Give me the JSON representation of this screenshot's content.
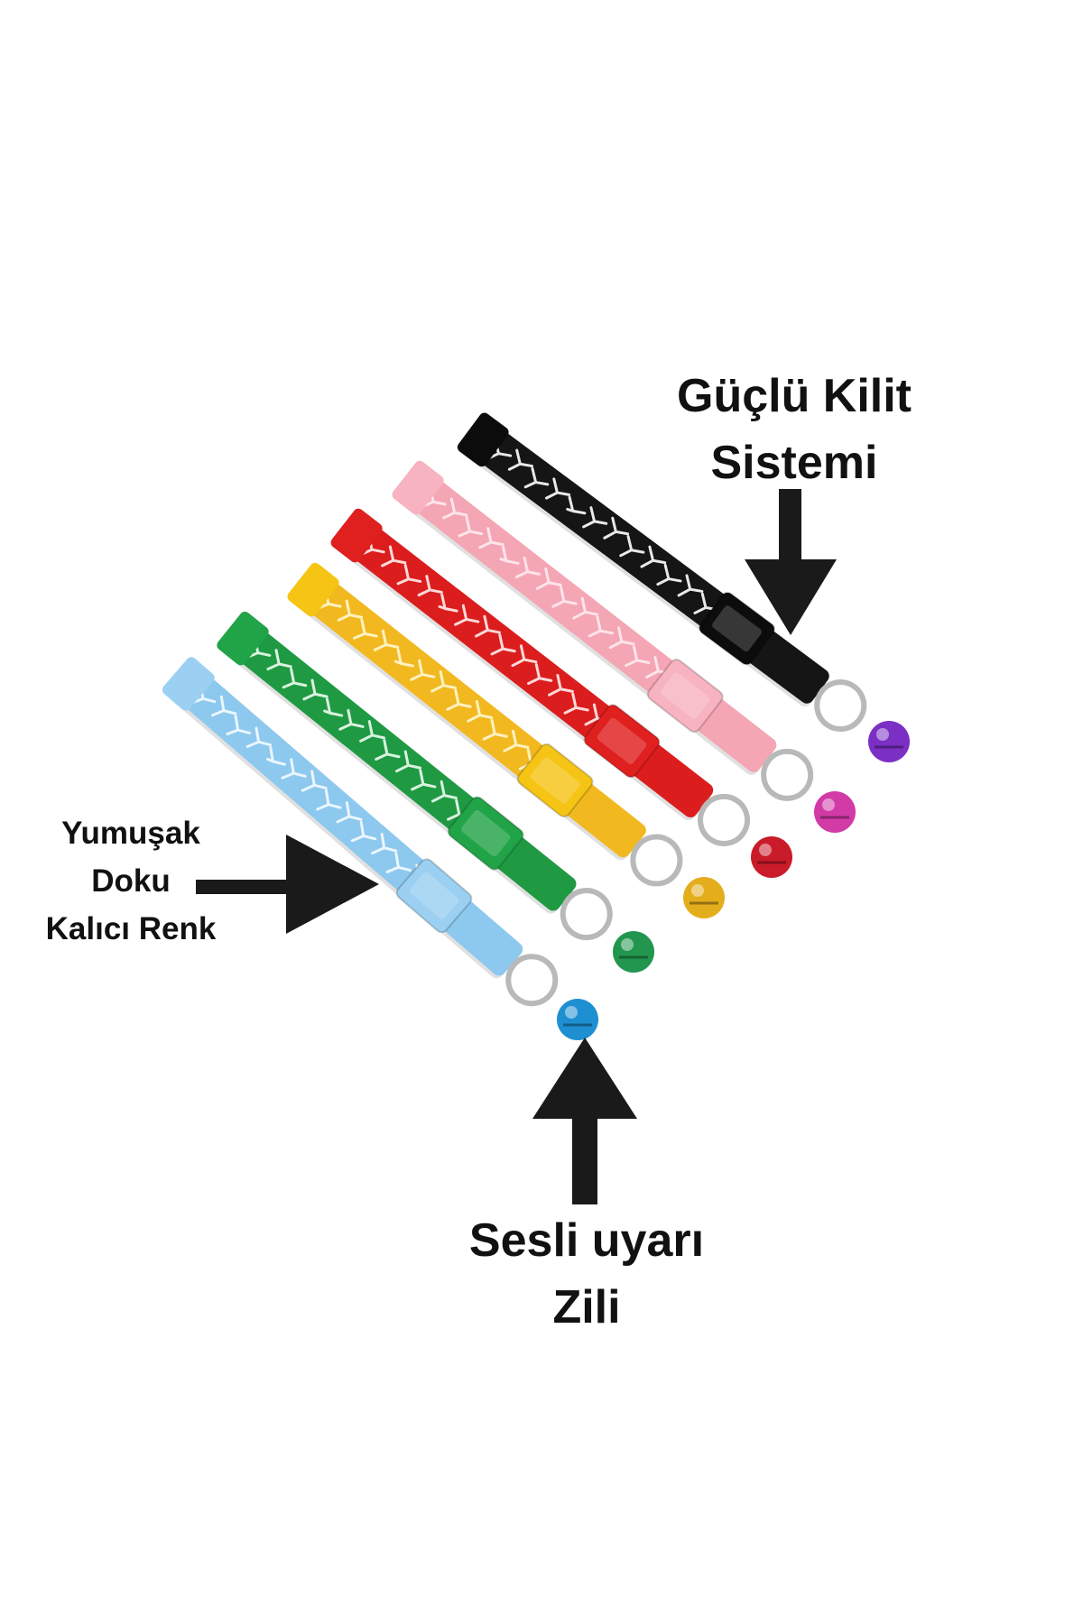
{
  "labels": {
    "lock": {
      "line1": "Güçlü Kilit",
      "line2": "Sistemi"
    },
    "soft": {
      "line1": "Yumuşak",
      "line2": "Doku",
      "line3": "Kalıcı Renk"
    },
    "bell": {
      "line1": "Sesli uyarı",
      "line2": "Zili"
    }
  },
  "collars": [
    {
      "name": "black",
      "band": "#151515",
      "pattern": "#e9e9e9",
      "buckle": "#0c0c0c",
      "bell": "#7b2fc4"
    },
    {
      "name": "pink",
      "band": "#f4a6b4",
      "pattern": "#fde4ea",
      "buckle": "#f7b3c0",
      "bell": "#d23aa6"
    },
    {
      "name": "red",
      "band": "#db1d1d",
      "pattern": "#ffd9d9",
      "buckle": "#e01f1f",
      "bell": "#c91b2a"
    },
    {
      "name": "yellow",
      "band": "#f2b820",
      "pattern": "#fff2c0",
      "buckle": "#f6c415",
      "bell": "#e4ad1c"
    },
    {
      "name": "green",
      "band": "#1f9a43",
      "pattern": "#d9f3df",
      "buckle": "#21a347",
      "bell": "#22964e"
    },
    {
      "name": "blue",
      "band": "#8dc8ee",
      "pattern": "#eaf6ff",
      "buckle": "#9bd0f2",
      "bell": "#1e8fd1"
    }
  ],
  "arrow_color": "#1a1a1a"
}
